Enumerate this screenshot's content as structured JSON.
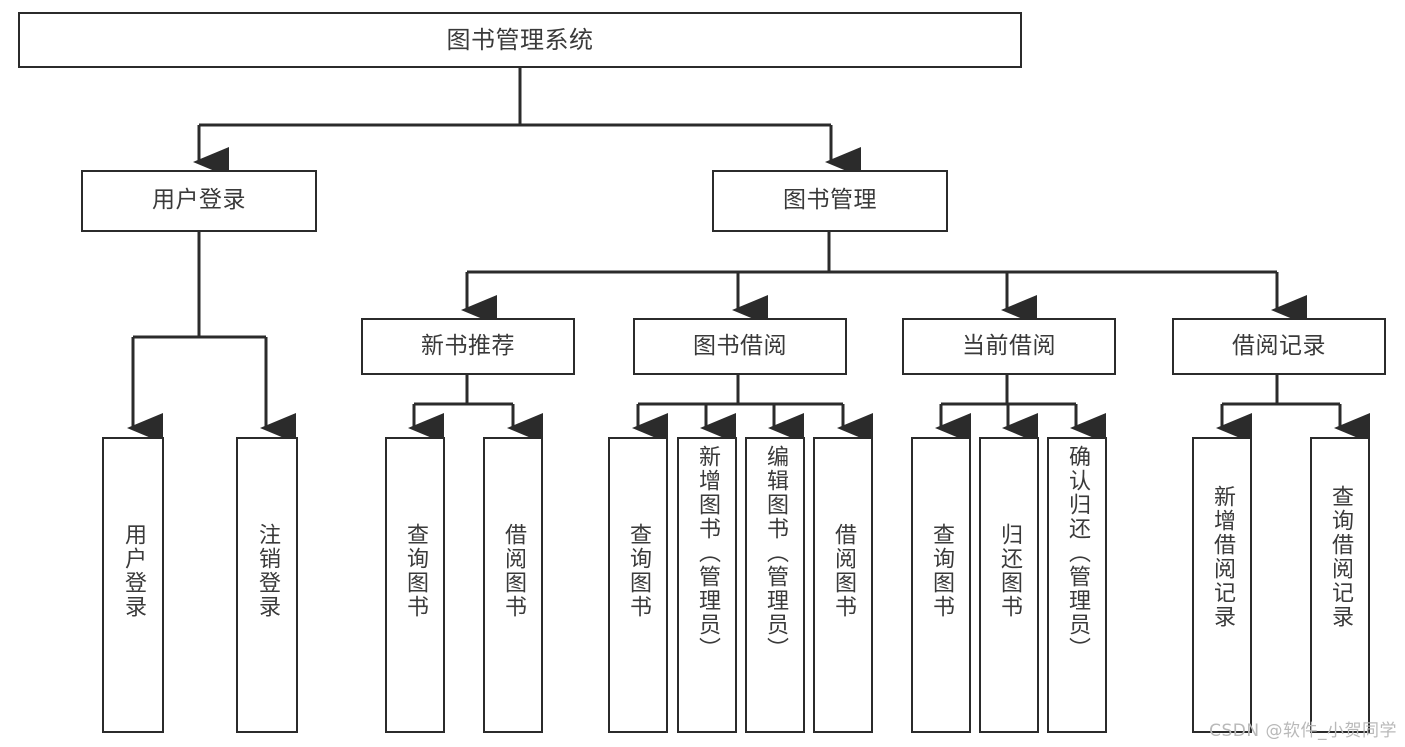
{
  "diagram": {
    "type": "tree-hierarchy-flowchart",
    "title": "图书管理系统",
    "watermark": "CSDN @软件_小贺同学",
    "colors": {
      "box_border": "#2b2b2b",
      "box_fill": "#ffffff",
      "connector": "#2b2b2b",
      "text": "#3a3a3a",
      "watermark": "#b9b9b9",
      "background": "#ffffff"
    },
    "levels": [
      {
        "level": 1,
        "nodes": [
          {
            "id": "root",
            "label": "图书管理系统",
            "orientation": "horizontal"
          }
        ]
      },
      {
        "level": 2,
        "nodes": [
          {
            "id": "login",
            "label": "用户登录",
            "orientation": "horizontal",
            "parent": "root"
          },
          {
            "id": "bookmgmt",
            "label": "图书管理",
            "orientation": "horizontal",
            "parent": "root"
          }
        ]
      },
      {
        "level": 3,
        "nodes": [
          {
            "id": "newbook",
            "label": "新书推荐",
            "orientation": "horizontal",
            "parent": "bookmgmt"
          },
          {
            "id": "borrow",
            "label": "图书借阅",
            "orientation": "horizontal",
            "parent": "bookmgmt"
          },
          {
            "id": "current",
            "label": "当前借阅",
            "orientation": "horizontal",
            "parent": "bookmgmt"
          },
          {
            "id": "records",
            "label": "借阅记录",
            "orientation": "horizontal",
            "parent": "bookmgmt"
          }
        ]
      },
      {
        "level": 4,
        "nodes": [
          {
            "id": "leaf1",
            "label": "用户登录",
            "orientation": "vertical",
            "parent": "login"
          },
          {
            "id": "leaf2",
            "label": "注销登录",
            "orientation": "vertical",
            "parent": "login"
          },
          {
            "id": "leaf3",
            "label": "查询图书",
            "orientation": "vertical",
            "parent": "newbook"
          },
          {
            "id": "leaf4",
            "label": "借阅图书",
            "orientation": "vertical",
            "parent": "newbook"
          },
          {
            "id": "leaf5",
            "label": "查询图书",
            "orientation": "vertical",
            "parent": "borrow"
          },
          {
            "id": "leaf6",
            "label": "新增图书（管理员）",
            "orientation": "vertical",
            "parent": "borrow"
          },
          {
            "id": "leaf7",
            "label": "编辑图书（管理员）",
            "orientation": "vertical",
            "parent": "borrow"
          },
          {
            "id": "leaf8",
            "label": "借阅图书",
            "orientation": "vertical",
            "parent": "borrow"
          },
          {
            "id": "leaf9",
            "label": "查询图书",
            "orientation": "vertical",
            "parent": "current"
          },
          {
            "id": "leaf10",
            "label": "归还图书",
            "orientation": "vertical",
            "parent": "current"
          },
          {
            "id": "leaf11",
            "label": "确认归还（管理员）",
            "orientation": "vertical",
            "parent": "current"
          },
          {
            "id": "leaf12",
            "label": "新增借阅记录",
            "orientation": "vertical",
            "parent": "records"
          },
          {
            "id": "leaf13",
            "label": "查询借阅记录",
            "orientation": "vertical",
            "parent": "records"
          }
        ]
      }
    ]
  }
}
